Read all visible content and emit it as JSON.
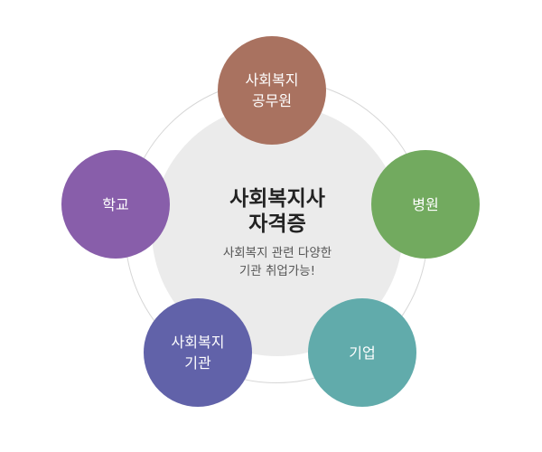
{
  "center": {
    "title_line1": "사회복지사",
    "title_line2": "자격증",
    "subtitle_line1": "사회복지 관련 다양한",
    "subtitle_line2": "기관 취업가능!"
  },
  "nodes": [
    {
      "line1": "사회복지",
      "line2": "공무원",
      "color": "#a97260"
    },
    {
      "line1": "병원",
      "line2": "",
      "color": "#72aa5f"
    },
    {
      "line1": "기업",
      "line2": "",
      "color": "#61abab"
    },
    {
      "line1": "사회복지",
      "line2": "기관",
      "color": "#6162a9"
    },
    {
      "line1": "학교",
      "line2": "",
      "color": "#885eaa"
    }
  ]
}
